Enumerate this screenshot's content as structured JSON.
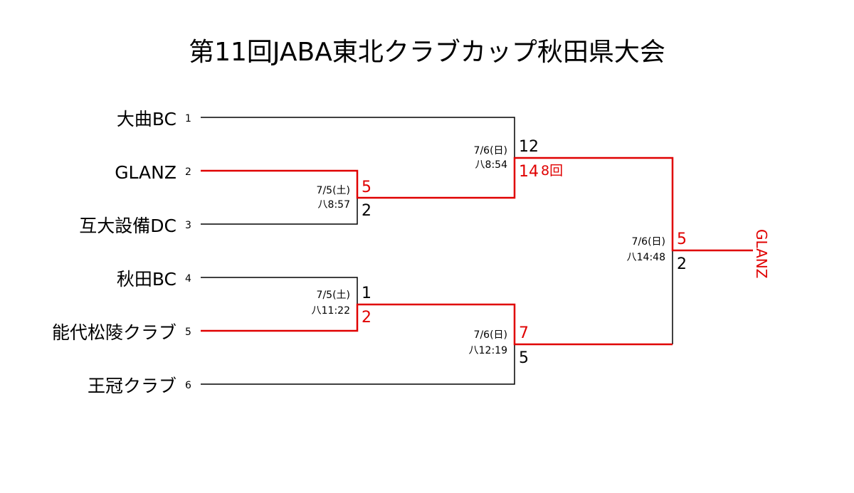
{
  "title": "第11回JABA東北クラブカップ秋田県大会",
  "colors": {
    "line": "#000000",
    "win": "#e00000"
  },
  "teams": [
    {
      "seed": "1",
      "name": "大曲BC"
    },
    {
      "seed": "2",
      "name": "GLANZ"
    },
    {
      "seed": "3",
      "name": "互大設備DC"
    },
    {
      "seed": "4",
      "name": "秋田BC"
    },
    {
      "seed": "5",
      "name": "能代松陵クラブ"
    },
    {
      "seed": "6",
      "name": "王冠クラブ"
    }
  ],
  "matches": [
    {
      "date": "7/5(土)",
      "venue_time": "八8:57",
      "score_top": "5",
      "score_bottom": "2"
    },
    {
      "date": "7/5(土)",
      "venue_time": "八11:22",
      "score_top": "1",
      "score_bottom": "2"
    },
    {
      "date": "7/6(日)",
      "venue_time": "八8:54",
      "score_top": "12",
      "score_bottom": "14",
      "note": "8回"
    },
    {
      "date": "7/6(日)",
      "venue_time": "八12:19",
      "score_top": "7",
      "score_bottom": "5"
    },
    {
      "date": "7/6(日)",
      "venue_time": "八14:48",
      "score_top": "5",
      "score_bottom": "2"
    }
  ],
  "champion": "GLANZ"
}
